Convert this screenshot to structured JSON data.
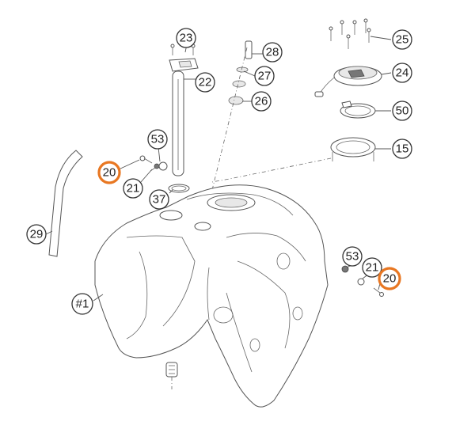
{
  "callouts": {
    "c23": "23",
    "c22": "22",
    "c28": "28",
    "c27": "27",
    "c26": "26",
    "c25": "25",
    "c24": "24",
    "c50": "50",
    "c15": "15",
    "c53a": "53",
    "c20a": "20",
    "c21a": "21",
    "c37": "37",
    "c29": "29",
    "c1": "#1",
    "c53b": "53",
    "c21b": "21",
    "c20b": "20"
  },
  "colors": {
    "highlight": "#e87722",
    "line": "#333333"
  }
}
